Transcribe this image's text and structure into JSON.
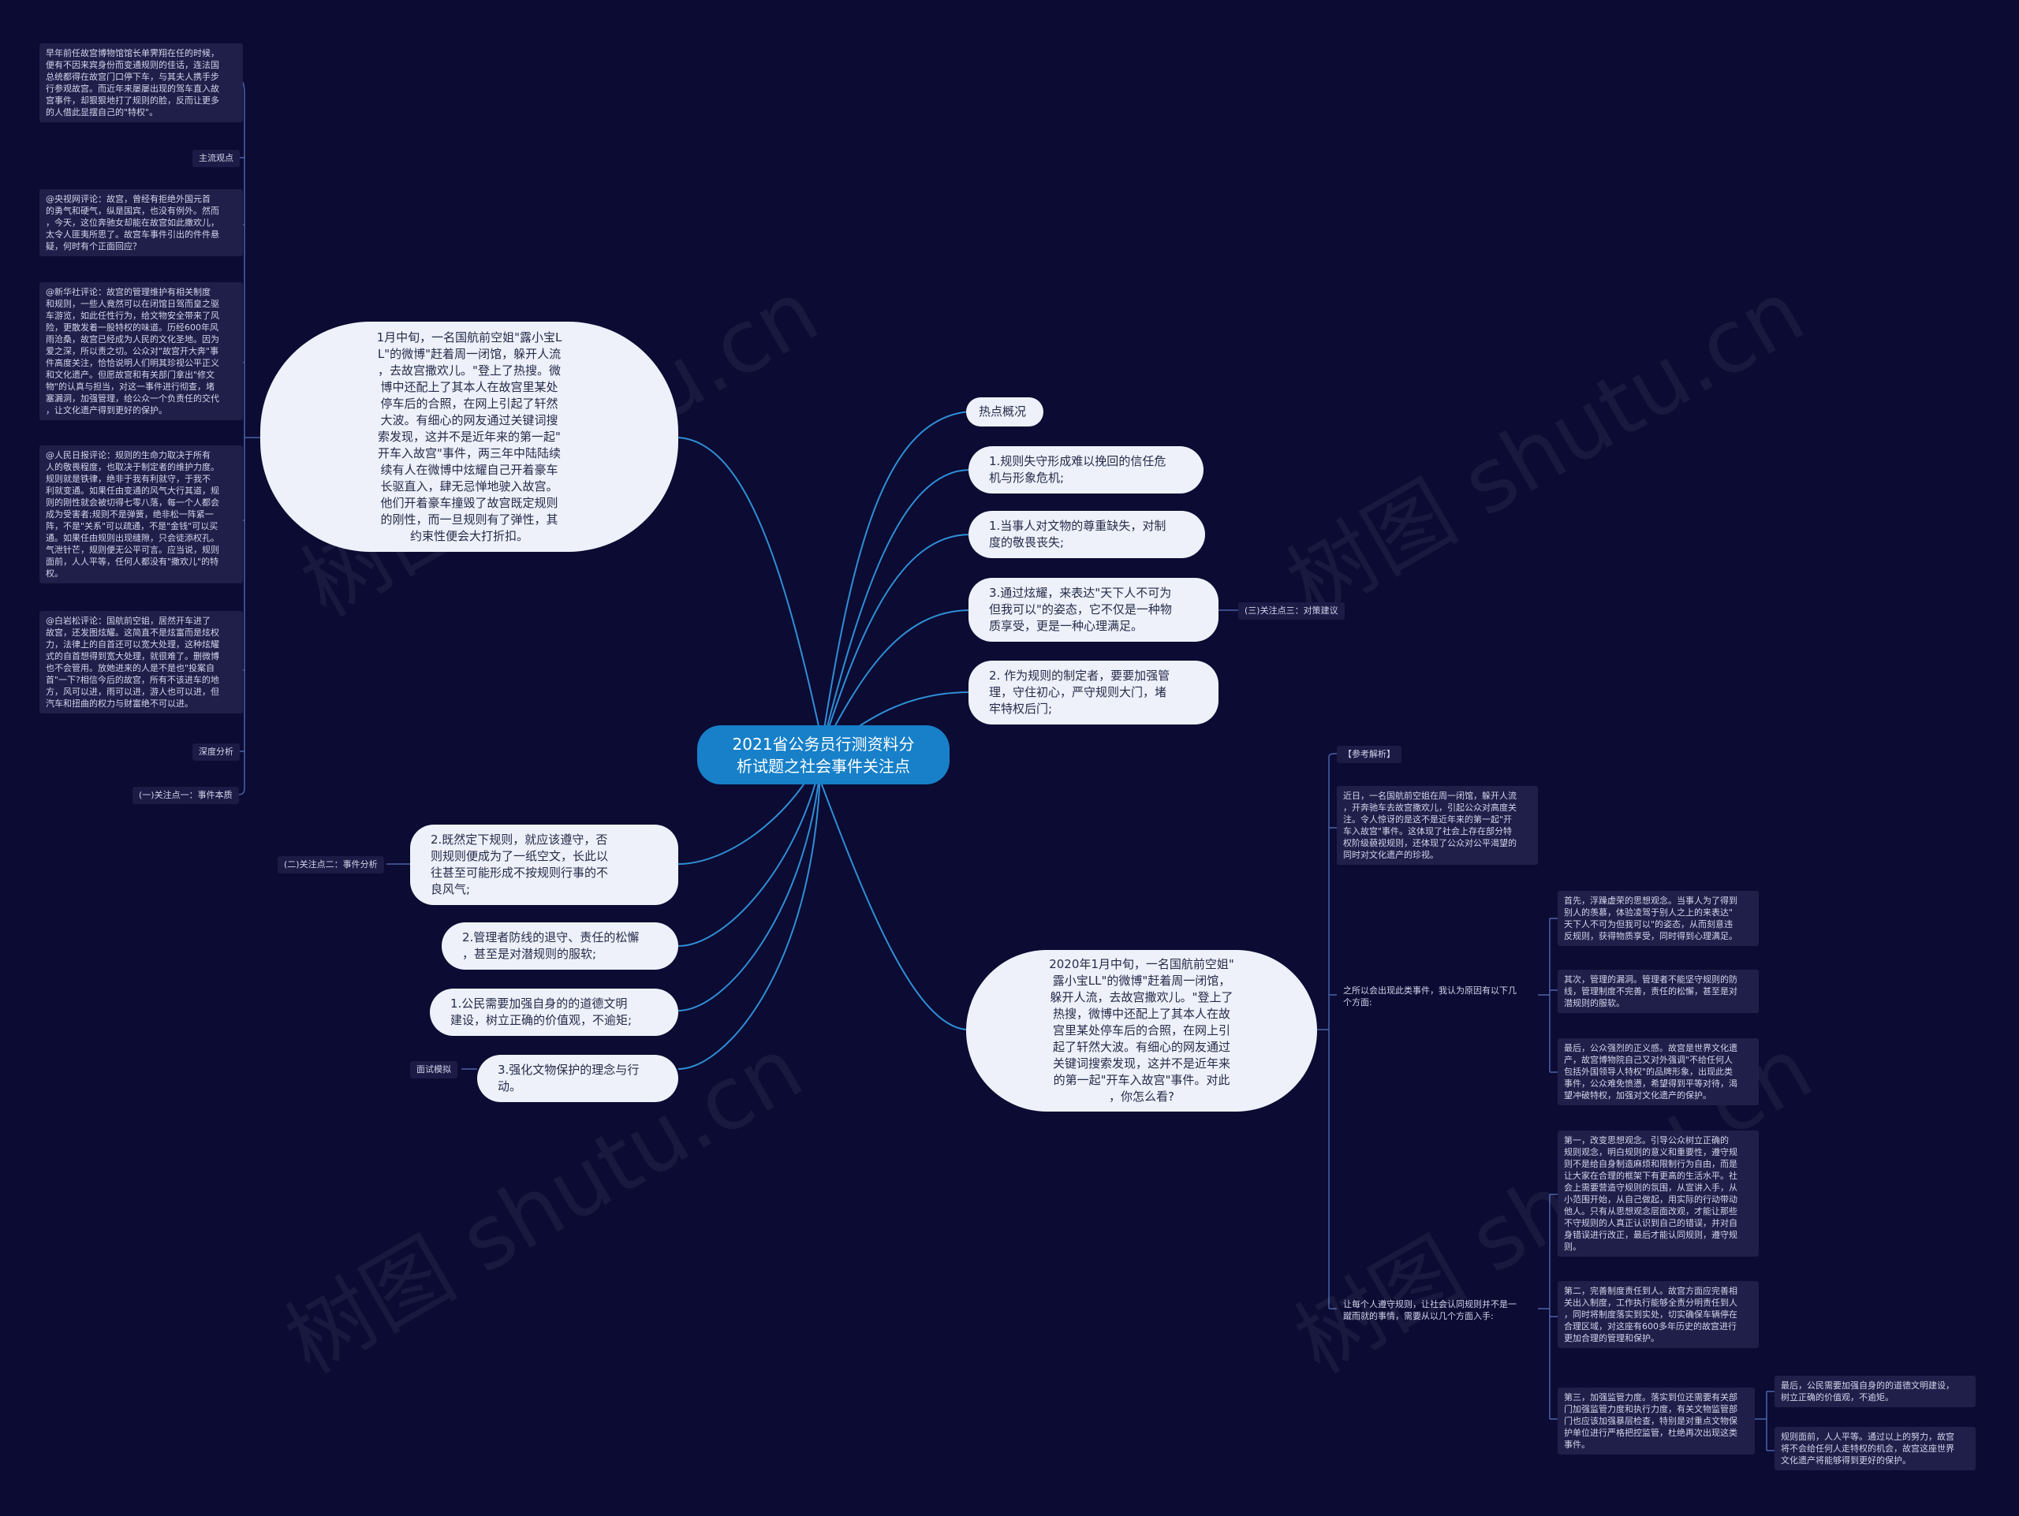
{
  "watermark": "树图 shutu.cn",
  "center": "2021省公务员行测资料分\n析试题之社会事件关注点",
  "left": {
    "left_blob": "1月中旬，一名国航前空姐\"露小宝L\nL\"的微博\"赶着周一闭馆，躲开人流\n，去故宫撒欢儿。\"登上了热搜。微\n博中还配上了其本人在故宫里某处\n停车后的合照，在网上引起了轩然\n大波。有细心的网友通过关键词搜\n索发现，这并不是近年来的第一起\"\n开车入故宫\"事件，两三年中陆陆续\n续有人在微博中炫耀自己开着豪车\n长驱直入，肆无忌惮地驶入故宫。\n他们开着豪车撞毁了故宫既定规则\n的刚性，而一旦规则有了弹性，其\n约束性便会大打折扣。",
    "far": [
      "早年前任故宫博物馆馆长单霁翔在任的时候，\n便有不因来宾身份而变通规则的佳话，连法国\n总统都得在故宫门口停下车，与其夫人携手步\n行参观故宫。而近年来屡屡出现的驾车直入故\n宫事件，却狠狠地打了规则的脸，反而让更多\n的人借此显摆自己的\"特权\"。",
      "主流观点",
      "@央视网评论：故宫，曾经有拒绝外国元首\n的勇气和硬气，纵是国宾，也没有例外。然而\n，今天，这位奔驰女却能在故宫如此撒欢儿，\n太令人匪夷所思了。故宫车事件引出的件件悬\n疑，何时有个正面回应？",
      "@新华社评论：故宫的管理维护有相关制度\n和规则，一些人竟然可以在闭馆日驾而皇之驱\n车游览，如此任性行为，给文物安全带来了风\n险，更散发着一股特权的味道。历经600年风\n雨沧桑，故宫已经成为人民的文化圣地。因为\n爱之深，所以责之切。公众对\"故宫开大奔\"事\n件高度关注，恰恰说明人们明其珍视公平正义\n和文化遗产。但愿故宫和有关部门拿出\"修文\n物\"的认真与担当，对这一事件进行彻查，堵\n塞漏洞，加强管理，给公众一个负责任的交代\n，让文化遗产得到更好的保护。",
      "@人民日报评论：规则的生命力取决于所有\n人的敬畏程度，也取决于制定者的维护力度。\n规则就是铁律，绝非于我有利就守，于我不\n利就变通。如果任由变通的风气大行其道，规\n则的刚性就会被切得七零八落，每一个人都会\n成为受害者;规则不是弹簧，绝非松一阵紧一\n阵，不是\"关系\"可以疏通，不是\"金钱\"可以买\n通。如果任由规则出现缝隙，只会徒添权孔。\n气泄针芒，规则便无公平可言。应当说，规则\n面前，人人平等，任何人都没有\"撒欢儿\"的特\n权。",
      "@白岩松评论：国航前空姐，居然开车进了\n故宫，还发图炫耀。这简直不是炫富而是炫权\n力，法律上的自首还可以宽大处理，这种炫耀\n式的自首想得到宽大处理，就很难了。删微博\n也不会管用。放她进来的人是不是也\"投案自\n首\"一下?相信今后的故宫，所有不该进车的地\n方，风可以进，雨可以进，游人也可以进，但\n汽车和扭曲的权力与财富绝不可以进。",
      "深度分析",
      "(一)关注点一：事件本质"
    ],
    "focus2": "(二)关注点二：事件分析",
    "pills": [
      "2.既然定下规则，就应该遵守，否\n则规则便成为了一纸空文，长此以\n往甚至可能形成不按规则行事的不\n良风气;",
      "2.管理者防线的退守、责任的松懈\n，甚至是对潜规则的服软;",
      "1.公民需要加强自身的的道德文明\n建设，树立正确的价值观，不逾矩;",
      "3.强化文物保护的理念与行动。"
    ],
    "interview": "面试模拟"
  },
  "right": {
    "top": [
      "热点概况",
      "1.规则失守形成难以挽回的信任危\n机与形象危机;",
      "1.当事人对文物的尊重缺失，对制\n度的敬畏丧失;",
      "3.通过炫耀，来表达\"天下人不可为\n但我可以\"的姿态，它不仅是一种物\n质享受，更是一种心理满足。",
      "2. 作为规则的制定者，要要加强管\n理，守住初心，严守规则大门，堵\n牢特权后门;"
    ],
    "focus3": "(三)关注点三：对策建议",
    "right_blob": "2020年1月中旬，一名国航前空姐\"\n露小宝LL\"的微博\"赶着周一闭馆，\n躲开人流，去故宫撒欢儿。\"登上了\n热搜，微博中还配上了其本人在故\n宫里某处停车后的合照，在网上引\n起了轩然大波。有细心的网友通过\n关键词搜索发现，这并不是近年来\n的第一起\"开车入故宫\"事件。对此\n，你怎么看?",
    "analysis": {
      "ref": "【参考解析】",
      "intro": "近日，一名国航前空姐在周一闭馆，躲开人流\n，开奔驰车去故宫撒欢儿，引起公众对高度关\n注。令人惊讶的是这不是近年来的第一起\"开\n车入故宫\"事件。这体现了社会上存在部分特\n权阶级藐视规则，还体现了公众对公平渴望的\n同时对文化遗产的珍视。",
      "why": "之所以会出现此类事件，我认为原因有以下几\n个方面:",
      "reasons": [
        "首先，浮躁虚荣的思想观念。当事人为了得到\n别人的羡慕，体验凌驾于别人之上的来表达\"\n天下人不可为但我可以\"的姿态，从而刻意违\n反规则，获得物质享受，同时得到心理满足。",
        "其次，管理的漏洞。管理者不能坚守规则的防\n线，管理制度不完善，责任的松懈，甚至是对\n潜规则的服软。",
        "最后，公众强烈的正义感。故宫是世界文化遗\n产，故宫博物院自己又对外强调\"不给任何人\n包括外国领导人特权\"的品牌形象，出现此类\n事件，公众难免愤懑，希望得到平等对待，渴\n望冲破特权，加强对文化遗产的保护。"
      ],
      "how": "让每个人遵守规则，让社会认同规则并不是一\n蹴而就的事情，需要从以几个方面入手:",
      "measures": [
        "第一，改变思想观念。引导公众树立正确的\n规则观念，明白规则的意义和重要性，遵守规\n则不是给自身制造麻烦和限制行为自由，而是\n让大家在合理的框架下有更高的生活水平。社\n会上需要营造守规则的氛围，从宣讲入手，从\n小范围开始，从自己做起，用实际的行动带动\n他人。只有从思想观念层面改观，才能让那些\n不守规则的人真正认识到自己的错误，并对自\n身错误进行改正，最后才能认同规则，遵守规\n则。",
        "第二，完善制度责任到人。故宫方面应完善相\n关出入制度，工作执行能够全责分明责任到人\n，同时将制度落实到实处，切实确保车辆停在\n合理区域，对这座有600多年历史的故宫进行\n更加合理的管理和保护。",
        "第三，加强监管力度。落实到位还需要有关部\n门加强监管力度和执行力度，有关文物监管部\n门也应该加强暴层检查，特别是对重点文物保\n护单位进行严格把控监管，杜绝再次出现这类\n事件。"
      ],
      "final": [
        "最后，公民需要加强自身的的道德文明建设，\n树立正确的价值观，不逾矩。",
        "规则面前，人人平等。通过以上的努力，故宫\n将不会给任何人走特权的机会，故宫这座世界\n文化遗产将能够得到更好的保护。"
      ]
    }
  }
}
